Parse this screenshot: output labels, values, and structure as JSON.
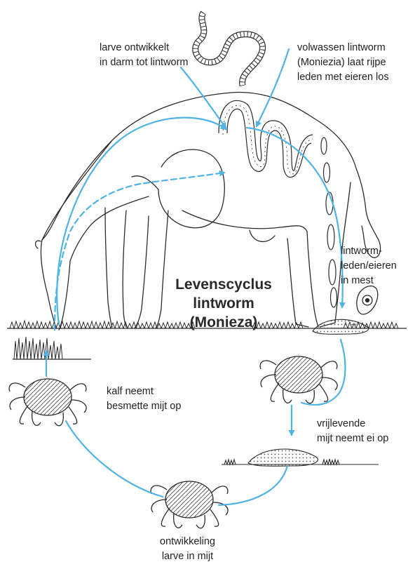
{
  "title": {
    "line1": "Levenscyclus",
    "line2": "lintworm",
    "line3": "(Monieza)"
  },
  "labels": {
    "larva_intestine": {
      "line1": "larve ontwikkelt",
      "line2": "in darm tot lintworm"
    },
    "adult_worm": {
      "line1": "volwassen lintworm",
      "line2": "(Moniezia) laat rijpe",
      "line3": "leden met eieren los"
    },
    "segments_in_dung": {
      "line1": "lintworm-",
      "line2": "leden/eieren",
      "line3": "in mest"
    },
    "calf_eats_mite": {
      "line1": "kalf neemt",
      "line2": "besmette mijt op"
    },
    "mite_eats_egg": {
      "line1": "vrijlevende",
      "line2": "mijt neemt ei op"
    },
    "larva_in_mite": {
      "line1": "ontwikkeling",
      "line2": "larve in mijt"
    }
  },
  "colors": {
    "arrow": "#4fb3e6",
    "ink": "#2b2b2b",
    "background": "#ffffff"
  }
}
